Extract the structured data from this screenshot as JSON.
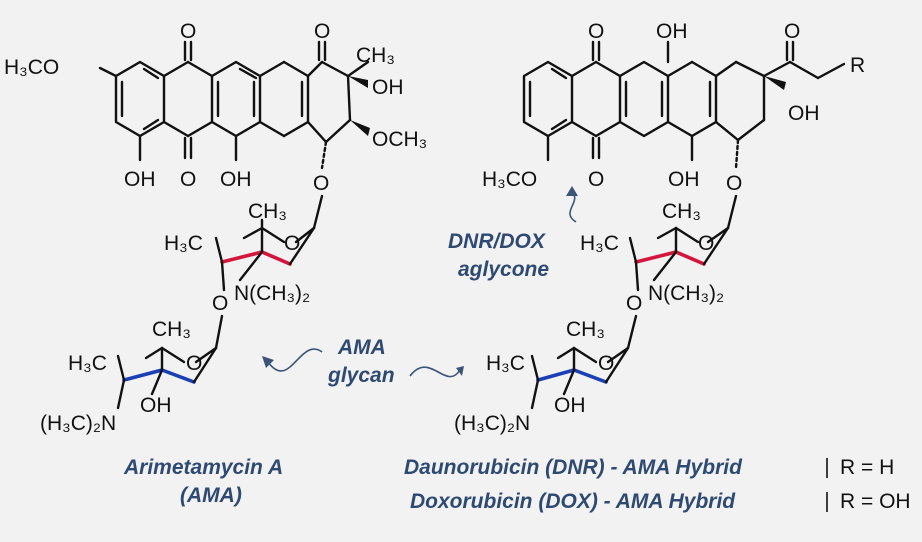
{
  "colors": {
    "label": "#2f4a72",
    "glycan_upper": "#d4163c",
    "glycan_lower": "#1b3fb5",
    "bond": "#111111"
  },
  "left_molecule": {
    "h3co": "H₃CO",
    "oh_a": "OH",
    "o_a": "O",
    "oh_b": "OH",
    "o_top_left": "O",
    "o_top_right": "O",
    "ch3": "CH₃",
    "oh_right": "OH",
    "och3": "OCH₃",
    "o_link": "O",
    "sugar1_ch3": "CH₃",
    "sugar1_h3c": "H₃C",
    "sugar1_o": "O",
    "sugar1_n": "N(CH₃)₂",
    "o_link2": "O",
    "sugar2_ch3": "CH₃",
    "sugar2_h3c": "H₃C",
    "sugar2_o": "O",
    "sugar2_oh": "OH",
    "sugar2_n": "(H₃C)₂N"
  },
  "right_molecule": {
    "o_top": "O",
    "oh_top": "OH",
    "o_ketone": "O",
    "r": "R",
    "oh_right": "OH",
    "h3co": "H₃CO",
    "o_bottom": "O",
    "oh_bottom": "OH",
    "o_link": "O",
    "sugar1_ch3": "CH₃",
    "sugar1_h3c": "H₃C",
    "sugar1_o": "O",
    "sugar1_n": "N(CH₃)₂",
    "o_link2": "O",
    "sugar2_ch3": "CH₃",
    "sugar2_h3c": "H₃C",
    "sugar2_o": "O",
    "sugar2_oh": "OH",
    "sugar2_n": "(H₃C)₂N"
  },
  "labels": {
    "aglycone_line1": "DNR/DOX",
    "aglycone_line2": "aglycone",
    "glycan_line1": "AMA",
    "glycan_line2": "glycan",
    "ama_line1": "Arimetamycin A",
    "ama_line2": "(AMA)",
    "dnr_hybrid": "Daunorubicin (DNR) - AMA Hybrid",
    "dnr_r": "R = H",
    "dox_hybrid": "Doxorubicin  (DOX) - AMA Hybrid",
    "dox_r": "R = OH"
  }
}
